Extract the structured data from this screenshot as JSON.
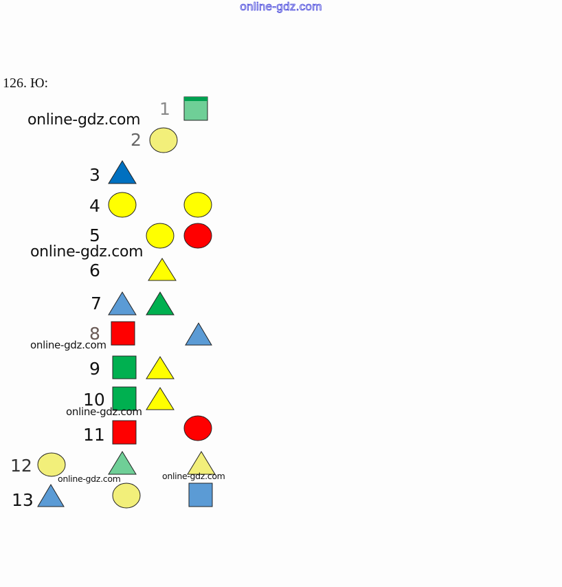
{
  "header": {
    "watermark": "online-gdz.com"
  },
  "task": {
    "title": "126. Ю:"
  },
  "rows": [
    {
      "number": "1"
    },
    {
      "number": "2"
    },
    {
      "number": "3"
    },
    {
      "number": "4"
    },
    {
      "number": "5"
    },
    {
      "number": "6"
    },
    {
      "number": "7"
    },
    {
      "number": "8"
    },
    {
      "number": "9"
    },
    {
      "number": "10"
    },
    {
      "number": "11"
    },
    {
      "number": "12"
    },
    {
      "number": "13"
    }
  ],
  "watermarks": [
    "online-gdz.com",
    "online-gdz.com",
    "online-gdz.com",
    "online-gdz.com",
    "online-gdz.com",
    "online-gdz.com"
  ],
  "colors": {
    "yellow": "#ffff00",
    "light_yellow": "#f2ef7a",
    "red": "#ff0000",
    "green": "#00b050",
    "light_green": "#6fcf97",
    "blue": "#0070c0",
    "light_blue": "#5b9bd5"
  }
}
